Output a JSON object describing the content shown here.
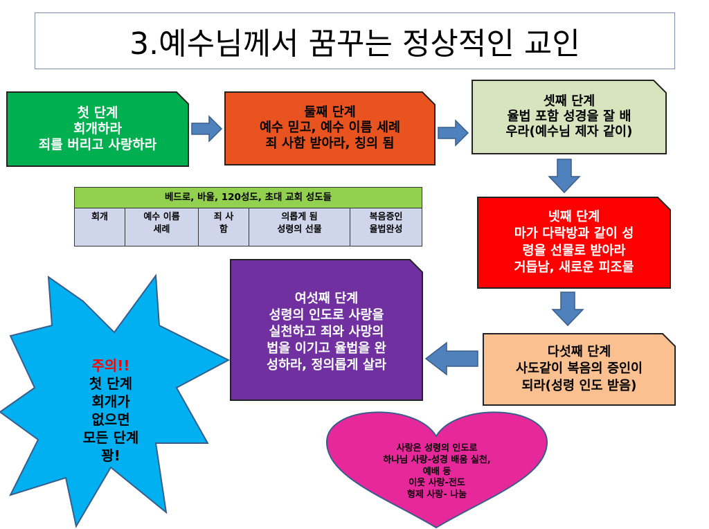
{
  "title": "3.예수님께서 꿈꾸는 정상적인 교인",
  "steps": [
    {
      "lines": [
        "첫 단계",
        "회개하라",
        "죄를 버리고 사랑하라"
      ],
      "color": "#00b050"
    },
    {
      "lines": [
        "둘째 단계",
        "예수 믿고, 예수 이름 세례",
        "죄 사함 받아라, 칭의 됨"
      ],
      "color": "#e9531f"
    },
    {
      "lines": [
        "셋째 단계",
        "율법 포함 성경을 잘 배",
        "우라(예수님 제자 같이)"
      ],
      "color": "#d7e4bd"
    },
    {
      "lines": [
        "넷째 단계",
        "마가 다락방과 같이 성",
        "령을 선물로 받아라",
        "거듭남, 새로운 피조물"
      ],
      "color": "#ff0000"
    },
    {
      "lines": [
        "다섯째 단계",
        "사도같이 복음의 증인이",
        "되라(성령 인도 받음)"
      ],
      "color": "#fac090"
    },
    {
      "lines": [
        "여섯째 단계",
        "성령의 인도로 사랑을",
        "실천하고 죄와 사망의",
        "법을 이기고 율법을 완",
        "성하라, 정의롭게 살라"
      ],
      "color": "#7030a0"
    }
  ],
  "table": {
    "header": "베드로, 바울, 120성도, 초대 교회 성도들",
    "cells": [
      [
        "회개"
      ],
      [
        "예수 이름",
        "세례"
      ],
      [
        "죄 사",
        "함"
      ],
      [
        "의롭게 됨",
        "성령의 선물"
      ],
      [
        "복음증인",
        "율법완성"
      ]
    ]
  },
  "warning": {
    "title": "주의!!",
    "lines": [
      "첫 단계",
      "회개가",
      "없으면",
      "모든 단계",
      "꽝!"
    ]
  },
  "heart": {
    "lines": [
      "사랑은 성령의 인도로",
      "하나님 사랑-성경 배움 실천,",
      "예배 등",
      "이웃 사랑-전도",
      "형제 사랑- 나눔"
    ]
  }
}
